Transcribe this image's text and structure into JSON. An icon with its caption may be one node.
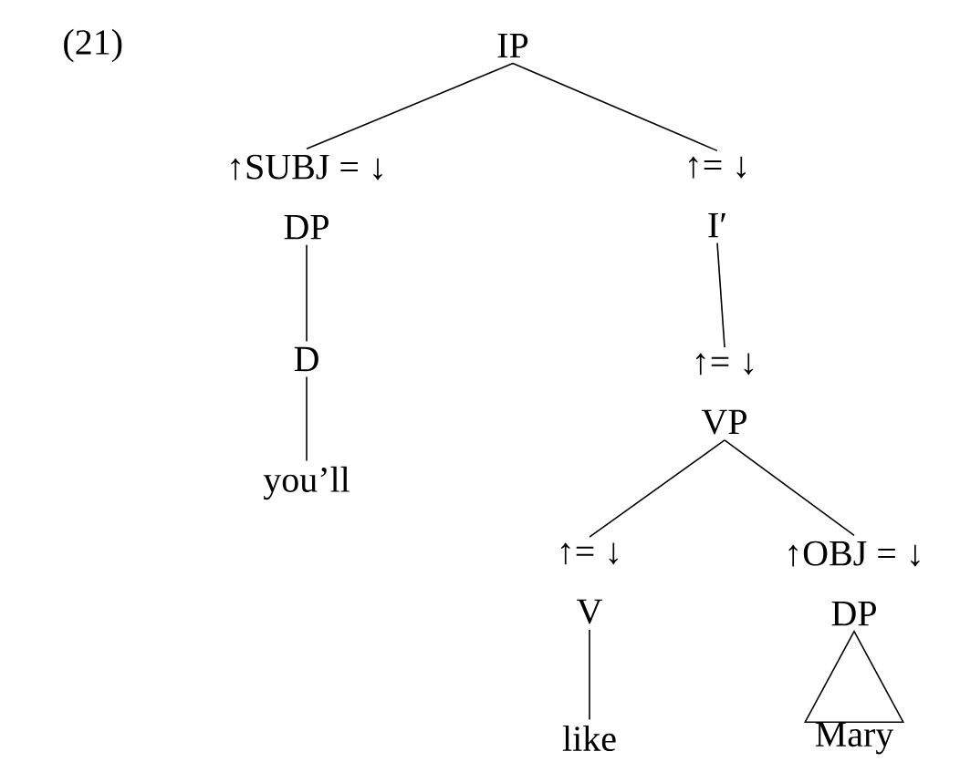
{
  "diagram": {
    "nodes": [
      {
        "text": [
          "IP"
        ]
      },
      {
        "text": [
          "↑SUBJ = ↓",
          "DP"
        ]
      },
      {
        "text": [
          "D"
        ]
      },
      {
        "text": [
          "you’ll"
        ]
      },
      {
        "text": [
          "↑= ↓",
          "I′"
        ]
      },
      {
        "text": [
          "↑= ↓",
          "VP"
        ]
      },
      {
        "text": [
          "↑= ↓",
          "V"
        ]
      },
      {
        "text": [
          "like"
        ]
      },
      {
        "text": [
          "↑OBJ = ↓",
          "DP"
        ]
      },
      {
        "text": [
          "Mary"
        ]
      }
    ],
    "edges": [
      {
        "from": 0,
        "to": 1,
        "arrow": "none"
      },
      {
        "from": 0,
        "to": 4,
        "arrow": "none"
      },
      {
        "from": 1,
        "to": 2,
        "arrow": "none"
      },
      {
        "from": 2,
        "to": 3,
        "arrow": "none"
      },
      {
        "from": 4,
        "to": 5,
        "arrow": "none"
      },
      {
        "from": 5,
        "to": 6,
        "arrow": "none"
      },
      {
        "from": 5,
        "to": 8,
        "arrow": "none"
      },
      {
        "from": 6,
        "to": 7,
        "arrow": "none"
      },
      {
        "from": 8,
        "to": 9,
        "arrow": "none"
      }
    ],
    "labels": [
      "(21)"
    ]
  }
}
